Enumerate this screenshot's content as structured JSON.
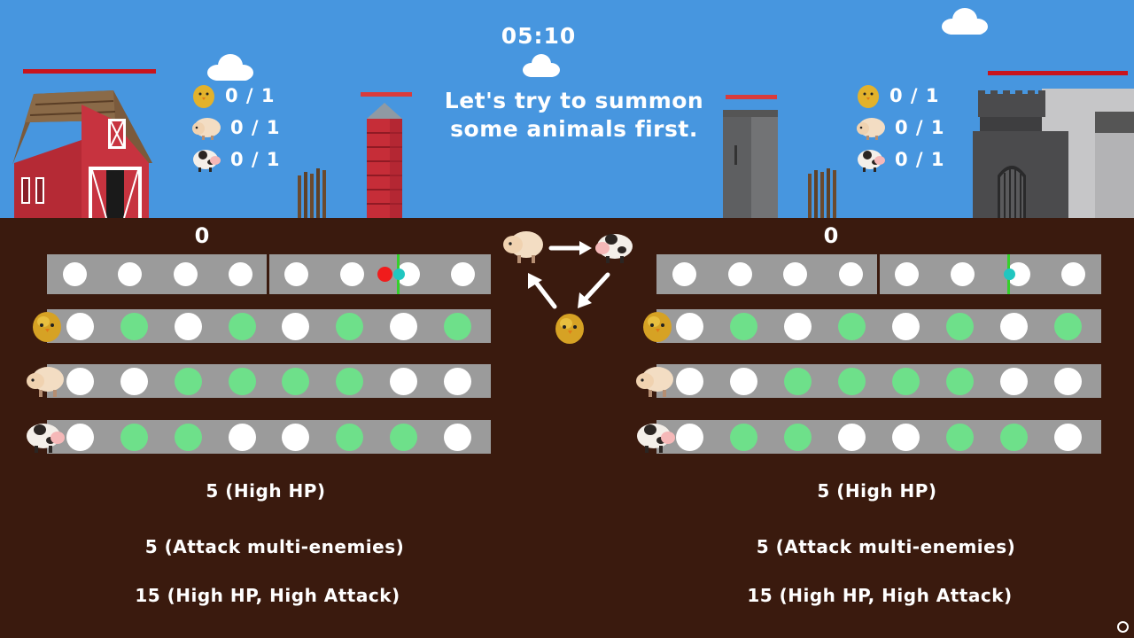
{
  "hud": {
    "timer": "05:10",
    "hint_line1": "Let's try to summon",
    "hint_line2": "some animals first."
  },
  "player": {
    "score": "0",
    "base": "barn",
    "base_hp_fraction": 1.0,
    "tower_hp_fraction": 1.0,
    "counts": [
      {
        "animal": "chick-icon",
        "text": "0 / 1"
      },
      {
        "animal": "sheep-icon",
        "text": "0 / 1"
      },
      {
        "animal": "cow-icon",
        "text": "0 / 1"
      }
    ],
    "info": [
      "5 (High HP)",
      "5 (Attack multi-enemies)",
      "15 (High HP, High Attack)"
    ],
    "timeline_red_marker": true,
    "timeline_cyan_marker": true
  },
  "enemy": {
    "score": "0",
    "base": "castle",
    "base_hp_fraction": 1.0,
    "tower_hp_fraction": 1.0,
    "counts": [
      {
        "animal": "chick-icon",
        "text": "0 / 1"
      },
      {
        "animal": "sheep-icon",
        "text": "0 / 1"
      },
      {
        "animal": "cow-icon",
        "text": "0 / 1"
      }
    ],
    "info": [
      "5 (High HP)",
      "5 (Attack multi-enemies)",
      "15 (High HP, High Attack)"
    ],
    "timeline_red_marker": false,
    "timeline_cyan_marker": true
  },
  "lanes": {
    "chick": [
      "w",
      "g",
      "w",
      "g",
      "w",
      "g",
      "w",
      "g"
    ],
    "sheep": [
      "w",
      "w",
      "g",
      "g",
      "g",
      "g",
      "w",
      "w"
    ],
    "cow": [
      "w",
      "g",
      "g",
      "w",
      "w",
      "g",
      "g",
      "w"
    ]
  },
  "cycle": {
    "order": [
      "sheep-icon",
      "cow-icon",
      "chick-icon"
    ],
    "meaning": "sheep beats cow, cow beats chick, chick beats sheep"
  },
  "colors": {
    "sky": "#4796df",
    "ground": "#3a1a0e",
    "lane": "#9b9b9b",
    "beat_active": "#6ee08a",
    "hp": "#c8141d",
    "cursor": "#35d02b"
  }
}
